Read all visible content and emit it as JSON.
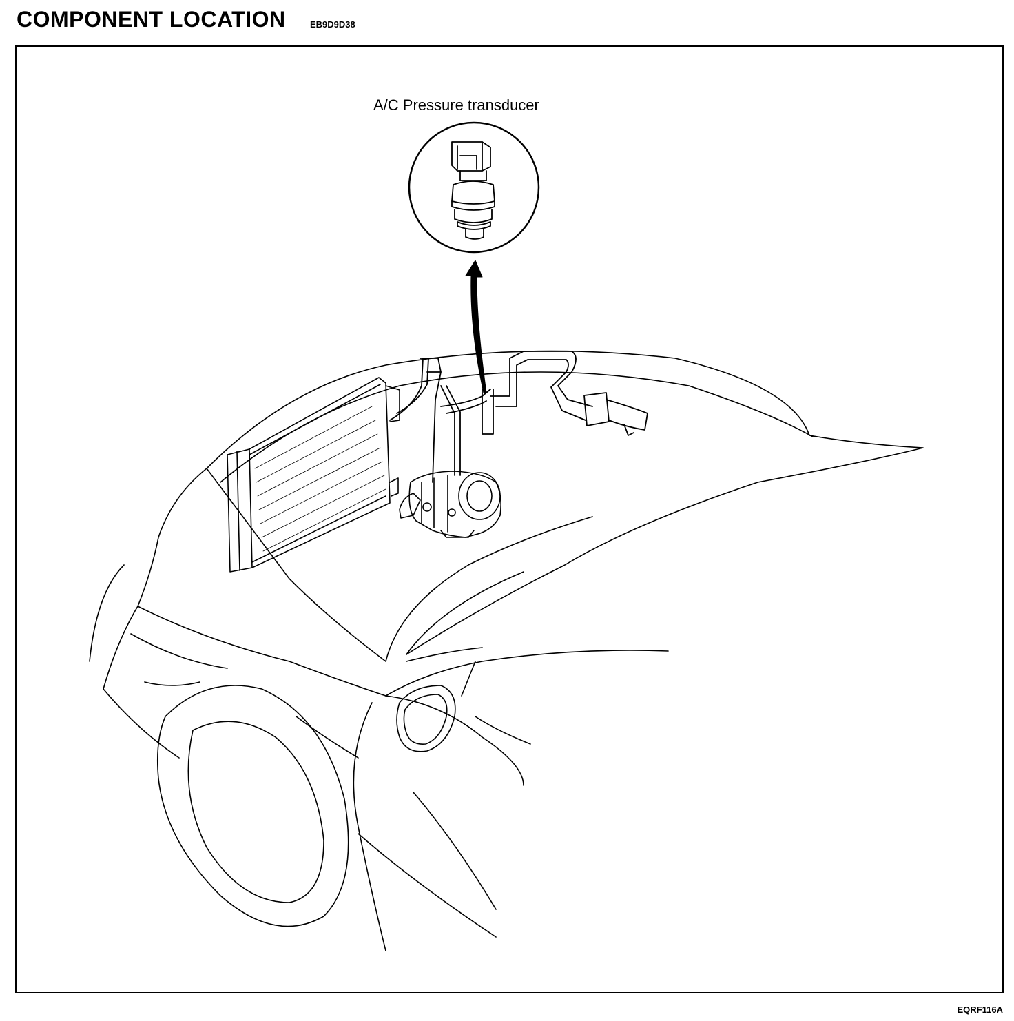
{
  "header": {
    "title": "COMPONENT LOCATION",
    "code": "EB9D9D38"
  },
  "diagram": {
    "callout": {
      "label": "A/C Pressure transducer",
      "icon": "pressure-transducer-icon"
    },
    "figure_code": "EQRF116A"
  },
  "colors": {
    "line": "#000000",
    "background": "#ffffff"
  }
}
